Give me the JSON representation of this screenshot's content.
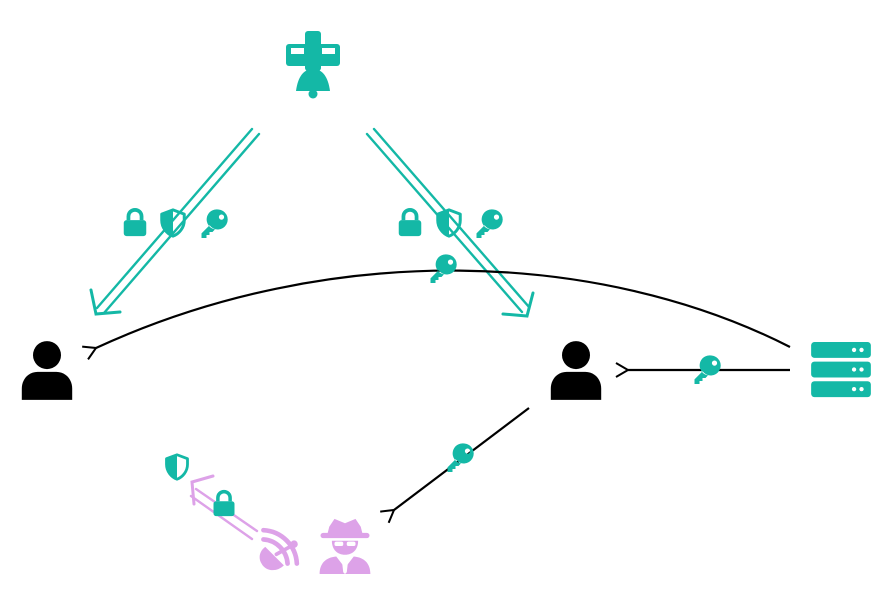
{
  "colors": {
    "teal": "#14B8A6",
    "black": "#000000",
    "lilac": "#DDA2E8",
    "background": "#FFFFFF"
  },
  "icons": {
    "satellite": "satellite-icon",
    "user_left": "user-icon",
    "user_right": "user-icon",
    "server": "server-stack-icon",
    "spy": "spy-icon",
    "satellite_dish": "satellite-dish-icon",
    "lock": "lock-icon",
    "shield": "shield-icon",
    "key": "key-icon"
  },
  "links": [
    {
      "from": "satellite",
      "to": "user_left",
      "style": "double-teal",
      "carries": [
        "lock",
        "shield",
        "key"
      ]
    },
    {
      "from": "satellite",
      "to": "user_right",
      "style": "double-teal",
      "carries": [
        "lock",
        "shield",
        "key"
      ]
    },
    {
      "from": "server",
      "to": "user_left",
      "style": "black-arrow",
      "carries": [
        "key"
      ]
    },
    {
      "from": "server",
      "to": "user_right",
      "style": "black-arrow",
      "carries": [
        "key"
      ]
    },
    {
      "from": "user_right",
      "to": "spy",
      "style": "black-arrow",
      "carries": [
        "key"
      ]
    },
    {
      "from": "satellite_dish",
      "to": "shield",
      "style": "double-lilac",
      "carries": [
        "lock",
        "shield"
      ]
    }
  ]
}
